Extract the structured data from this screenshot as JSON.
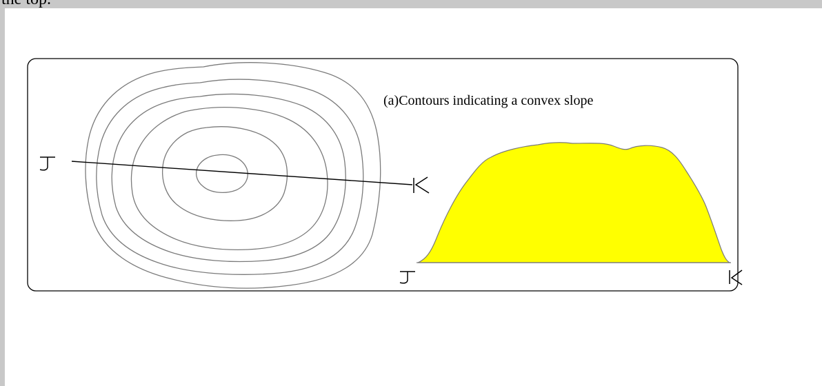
{
  "page": {
    "top_text": "the top."
  },
  "figure": {
    "caption": "(a)Contours indicating a convex slope",
    "profile_fill_color": "#ffff00",
    "contour_color": "#7a7a7a",
    "map_labels": {
      "start": "J",
      "end": "K"
    },
    "profile_labels": {
      "start": "J",
      "end": "K"
    }
  }
}
